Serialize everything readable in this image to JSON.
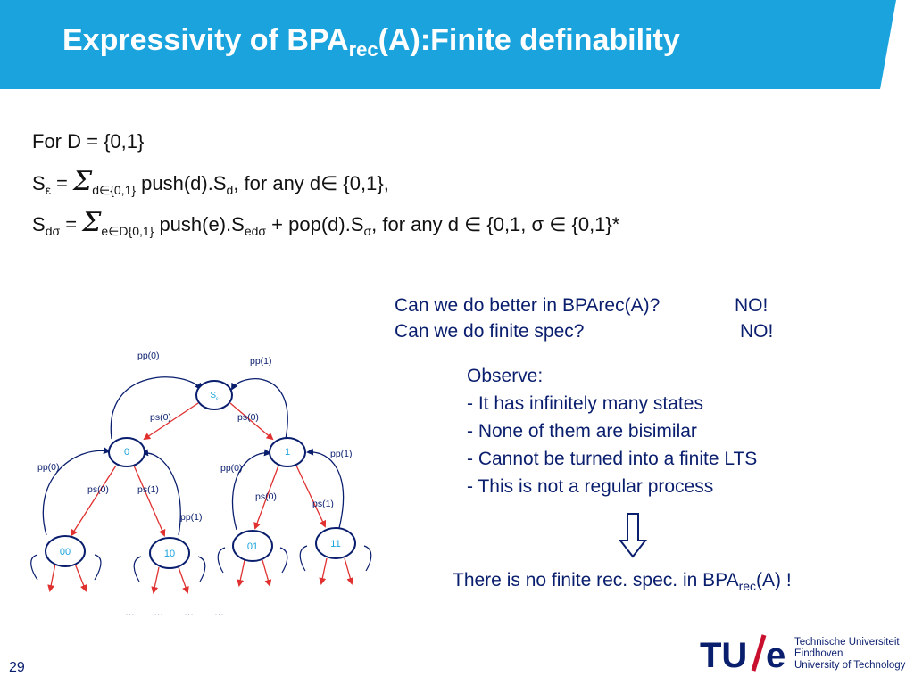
{
  "slide": {
    "title_main": "Expressivity of BPA",
    "title_sub": "rec",
    "title_rest": "(A):Finite definability",
    "page_number": "29"
  },
  "definitions": {
    "line1": "For D = {0,1}",
    "line2": {
      "s": "S",
      "s_sub": "ε",
      "eq": " = ",
      "sigma": "Σ",
      "sum_sub": "d∈{0,1}",
      "rest": " push(d).S",
      "rest_sub": "d",
      "tail": ", for  any d∈ {0,1},"
    },
    "line3": {
      "s": "S",
      "s_sub": "dσ",
      "eq": " = ",
      "sigma": "Σ",
      "sum_sub": "e∈D{0,1}",
      "rest": " push(e).S",
      "rest_sub": "edσ",
      "mid": " +  pop(d).S",
      "mid_sub": "σ",
      "tail": ", for any d ∈ {0,1, σ ∈ {0,1}*"
    }
  },
  "questions": {
    "q1": "Can we do better in BPArec(A)?",
    "a1": "NO!",
    "q2": "Can we do finite spec?",
    "a2": "NO!"
  },
  "observations": {
    "heading": "Observe:",
    "items": [
      "- It has infinitely many states",
      "- None of them are bisimilar",
      "- Cannot be turned into a finite LTS",
      "- This is not a regular process"
    ]
  },
  "conclusion": {
    "main": "There is no finite rec. spec. in BPA",
    "sub": "rec",
    "rest": "(A) !"
  },
  "lts": {
    "nodes": {
      "root": "S",
      "root_sub": "ε",
      "n0": "0",
      "n1": "1",
      "n00": "00",
      "n10": "10",
      "n01": "01",
      "n11": "11"
    },
    "labels": {
      "pp0_top": "pp(0)",
      "pp1_top": "pp(1)",
      "ps0_left": "ps(0)",
      "ps0_right": "ps(0)",
      "pp0_left": "pp(0)",
      "ps0_n0": "ps(0)",
      "ps1_n0": "ps(1)",
      "pp0_mid": "pp(0)",
      "pp1_right": "pp(1)",
      "pp1_mid": "pp(1)",
      "ps0_n1": "ps(0)",
      "ps1_n1": "ps(1)"
    },
    "ellipsis": [
      "…",
      "…",
      "…",
      "…"
    ]
  },
  "logo": {
    "mark": "TU/e",
    "line1": "Technische Universiteit",
    "line2": "Eindhoven",
    "line3": "University of Technology"
  },
  "colors": {
    "header": "#1aa3dc",
    "navy": "#0a1e6e",
    "arrow_red": "#e03030",
    "logo_red": "#c8102e"
  }
}
